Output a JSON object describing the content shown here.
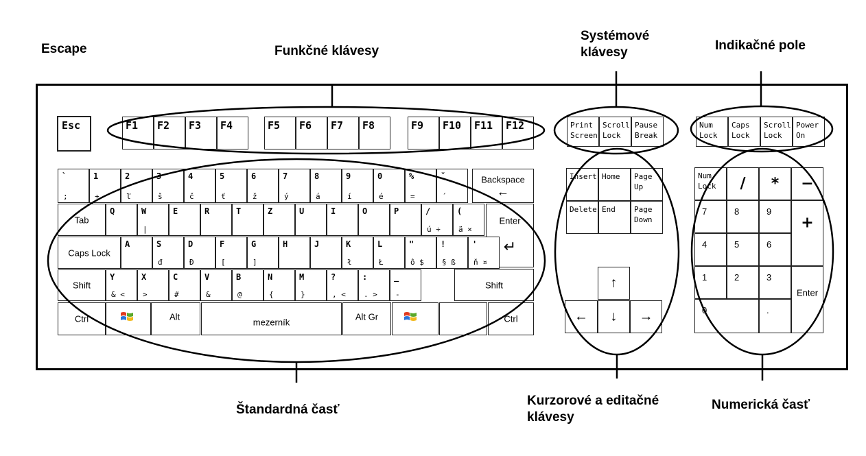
{
  "labels": {
    "escape": "Escape",
    "function_keys": "Funkčné klávesy",
    "system_keys": "Systémové\nklávesy",
    "indicator": "Indikačné pole",
    "standard": "Štandardná časť",
    "cursor": "Kurzorové a editačné\nklávesy",
    "numeric": "Numerická časť"
  },
  "keys": {
    "esc": "Esc",
    "f": [
      "F1",
      "F2",
      "F3",
      "F4",
      "F5",
      "F6",
      "F7",
      "F8",
      "F9",
      "F10",
      "F11",
      "F12"
    ],
    "system": [
      "Print\nScreen",
      "Scroll\nLock",
      "Pause\nBreak"
    ],
    "indicators": [
      "Num\nLock",
      "Caps\nLock",
      "Scroll\nLock",
      "Power\nOn"
    ],
    "row1": [
      {
        "m": "`",
        "s": ";"
      },
      {
        "m": "1",
        "s": "+"
      },
      {
        "m": "2",
        "s": "ľ"
      },
      {
        "m": "3",
        "s": "š"
      },
      {
        "m": "4",
        "s": "č"
      },
      {
        "m": "5",
        "s": "ť"
      },
      {
        "m": "6",
        "s": "ž"
      },
      {
        "m": "7",
        "s": "ý"
      },
      {
        "m": "8",
        "s": "á"
      },
      {
        "m": "9",
        "s": "í"
      },
      {
        "m": "0",
        "s": "é"
      },
      {
        "m": "%",
        "s": "="
      },
      {
        "m": "ˇ",
        "s": "´"
      }
    ],
    "backspace": "Backspace",
    "backspace_arrow": "←",
    "tab": "Tab",
    "row2": [
      "Q",
      "W",
      "E",
      "R",
      "T",
      "Z",
      "U",
      "I",
      "O",
      "P",
      "/",
      "("
    ],
    "row2_sub": [
      "",
      "|",
      "",
      "",
      "",
      "",
      "",
      "",
      "",
      "",
      "ú ÷",
      "ä ×"
    ],
    "enter": "Enter",
    "enter_arrow": "↵",
    "caps": "Caps Lock",
    "row3": [
      "A",
      "S",
      "D",
      "F",
      "G",
      "H",
      "J",
      "K",
      "L",
      "\"",
      "!",
      "'"
    ],
    "row3_sub": [
      "",
      "đ",
      "Đ",
      "[",
      "]",
      "",
      "",
      "ł",
      "Ł",
      "ô $",
      "§ ß",
      "ň ¤"
    ],
    "shift": "Shift",
    "row4": [
      "Y",
      "X",
      "C",
      "V",
      "B",
      "N",
      "M",
      "?",
      ":",
      "_"
    ],
    "row4_sub": [
      "& <",
      ">",
      "#",
      "&",
      "@",
      "{",
      "}",
      ",  <",
      ".  >",
      "-"
    ],
    "ctrl": "Ctrl",
    "alt": "Alt",
    "space": "mezerník",
    "altgr": "Alt Gr",
    "edit": [
      "Insert",
      "Home",
      "Page\nUp",
      "Delete",
      "End",
      "Page\nDown"
    ],
    "arrows": {
      "up": "↑",
      "left": "←",
      "down": "↓",
      "right": "→"
    },
    "numlock": "Num\nLock",
    "num_ops": [
      "/",
      "*",
      "−",
      "+"
    ],
    "num_digits": [
      "7",
      "8",
      "9",
      "4",
      "5",
      "6",
      "1",
      "2",
      "3",
      "0",
      "."
    ],
    "num_enter": "Enter"
  },
  "colors": {
    "ink": "#000000",
    "key_border": "#222222",
    "win_red": "#e03a1e",
    "win_green": "#5aa829",
    "win_blue": "#2a73d8",
    "win_yellow": "#f2b81c"
  }
}
